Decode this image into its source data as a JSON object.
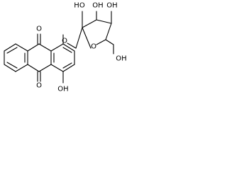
{
  "molecule": {
    "atoms": {
      "oh_top_left": "HO",
      "oh_top_mid": "OH",
      "oh_top_right": "OH",
      "oh_ch2": "OH",
      "ring_oxygen": "O",
      "glycosidic_oxygen": "O",
      "ketone_top": "O",
      "ketone_bottom": "O",
      "phenol_oh": "OH"
    },
    "colors": {
      "ink": "#000000",
      "background": "#ffffff"
    }
  }
}
